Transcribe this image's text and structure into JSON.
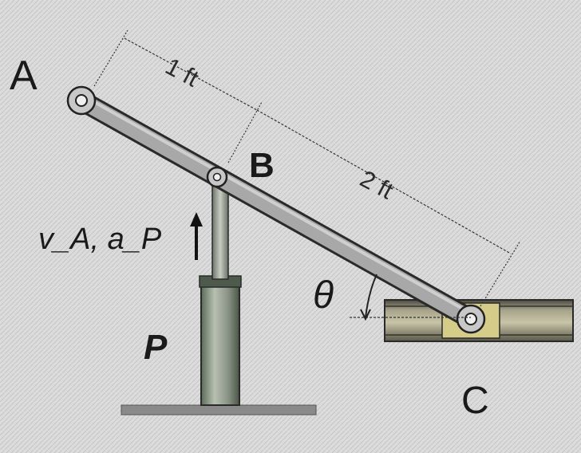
{
  "labels": {
    "point_a": "A",
    "point_b": "B",
    "point_c": "C",
    "point_p": "P",
    "angle": "θ",
    "given": "v_A, a_P"
  },
  "dimensions": {
    "ab_length": "1 ft",
    "bc_length": "2 ft"
  },
  "colors": {
    "background": "#e8e8e8",
    "link": "#a8a8a8",
    "link_edge": "#3a3a3a",
    "collar": "#b8b49a",
    "ground": "#8a8a8a"
  }
}
